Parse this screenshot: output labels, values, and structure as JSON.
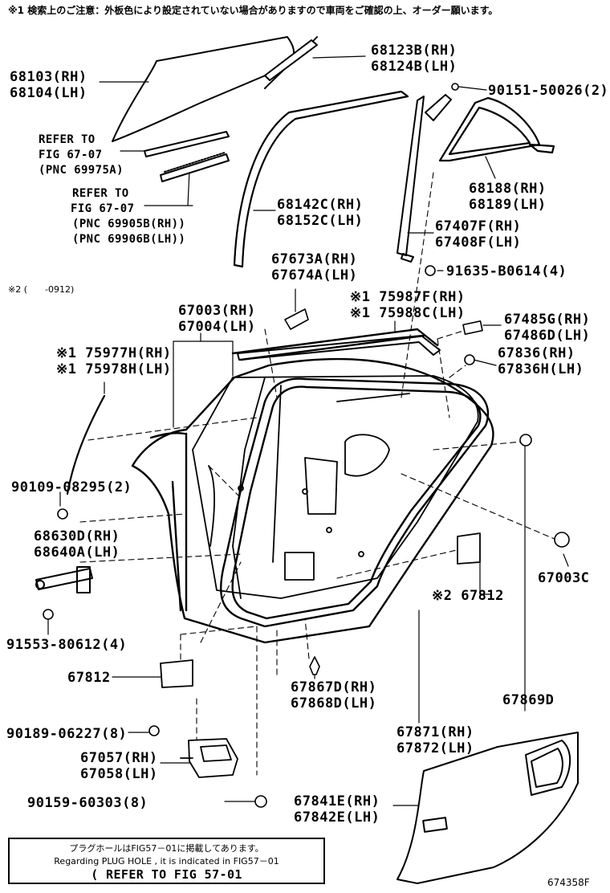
{
  "header_note": "※1 検索上のご注意：外板色により設定されていない場合がありますので車両をご確認の上、オーダー願います。",
  "mark2_note": "※2 (　　-0912)",
  "figure_id": "674358F",
  "bottom_note": {
    "jp": "プラグホールはFIG57－01に掲載してあります。",
    "en": "Regarding PLUG HOLE , it is indicated in FIG57－01",
    "ref": "( REFER TO FIG 57-01"
  },
  "callouts": {
    "c68103": [
      "68103(RH)",
      "68104(LH)"
    ],
    "c68123": [
      "68123B(RH)",
      "68124B(LH)"
    ],
    "c90151": [
      "90151-50026(2)"
    ],
    "ref_a": [
      "REFER TO",
      "FIG 67-07",
      "(PNC 69975A)"
    ],
    "ref_b": [
      "REFER TO",
      "FIG 67-07",
      "(PNC 69905B(RH))",
      "(PNC 69906B(LH))"
    ],
    "c68142": [
      "68142C(RH)",
      "68152C(LH)"
    ],
    "c68188": [
      "68188(RH)",
      "68189(LH)"
    ],
    "c67407": [
      "67407F(RH)",
      "67408F(LH)"
    ],
    "c91635": [
      "91635-B0614(4)"
    ],
    "c67673": [
      "67673A(RH)",
      "67674A(LH)"
    ],
    "c75987": [
      "※1 75987F(RH)",
      "※1 75988C(LH)"
    ],
    "c67003": [
      "67003(RH)",
      "67004(LH)"
    ],
    "c67485": [
      "67485G(RH)",
      "67486D(LH)"
    ],
    "c75977": [
      "※1 75977H(RH)",
      "※1 75978H(LH)"
    ],
    "c67836": [
      "67836(RH)",
      "67836H(LH)"
    ],
    "c90109": [
      "90109-08295(2)"
    ],
    "c68630": [
      "68630D(RH)",
      "68640A(LH)"
    ],
    "c67003c": [
      "67003C"
    ],
    "c67812r": [
      "※2 67812"
    ],
    "c91553": [
      "91553-80612(4)"
    ],
    "c67812l": [
      "67812"
    ],
    "c67867": [
      "67867D(RH)",
      "67868D(LH)"
    ],
    "c67869": [
      "67869D"
    ],
    "c90189": [
      "90189-06227(8)"
    ],
    "c67871": [
      "67871(RH)",
      "67872(LH)"
    ],
    "c67057": [
      "67057(RH)",
      "67058(LH)"
    ],
    "c90159": [
      "90159-60303(8)"
    ],
    "c67841": [
      "67841E(RH)",
      "67842E(LH)"
    ]
  }
}
